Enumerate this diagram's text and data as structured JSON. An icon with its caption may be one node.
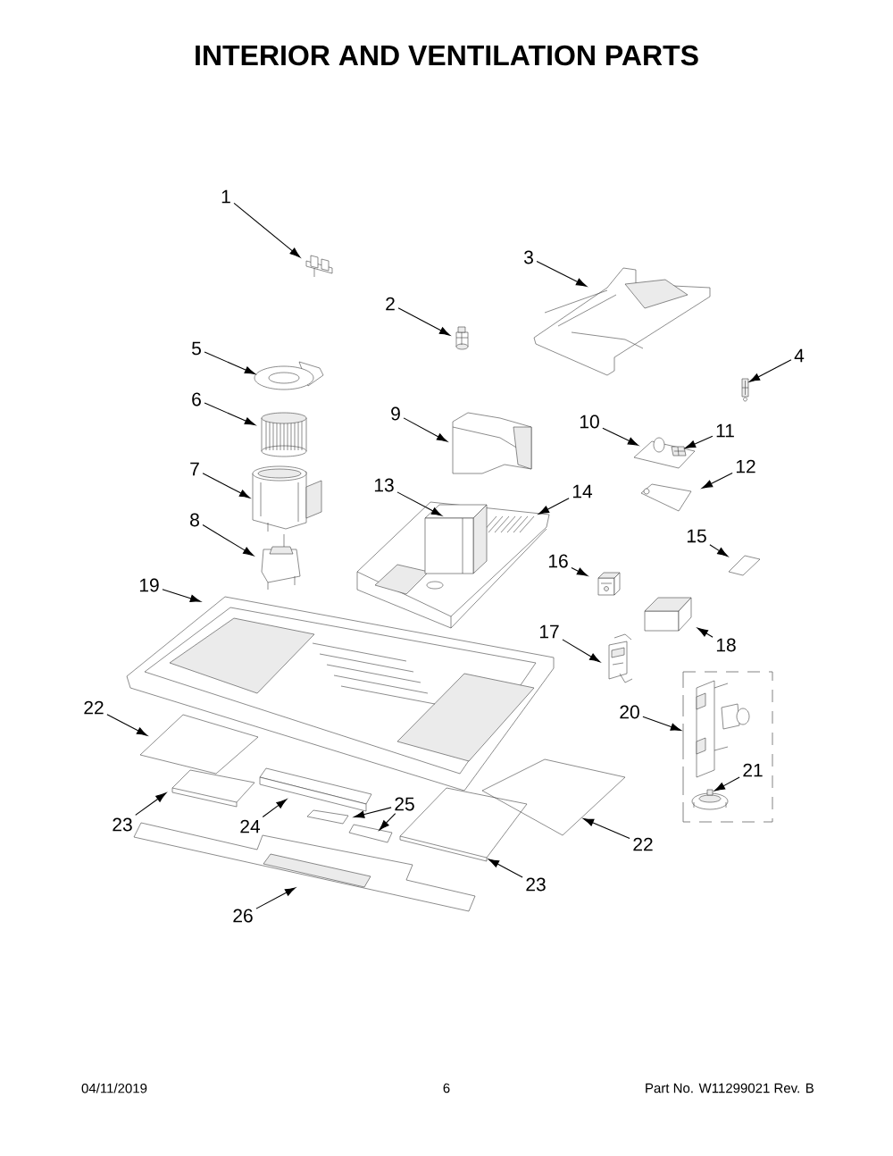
{
  "diagram": {
    "title": "INTERIOR AND VENTILATION PARTS",
    "nodes": [
      {
        "text": [
          "1"
        ]
      },
      {
        "text": [],
        "shape": "picture"
      },
      {
        "text": [
          "2"
        ]
      },
      {
        "text": [],
        "shape": "picture"
      },
      {
        "text": [
          "3"
        ]
      },
      {
        "text": [],
        "shape": "picture"
      },
      {
        "text": [
          "4"
        ]
      },
      {
        "text": [],
        "shape": "picture"
      },
      {
        "text": [
          "5"
        ]
      },
      {
        "text": [],
        "shape": "picture"
      },
      {
        "text": [
          "6"
        ]
      },
      {
        "text": [],
        "shape": "picture"
      },
      {
        "text": [
          "7"
        ]
      },
      {
        "text": [],
        "shape": "picture"
      },
      {
        "text": [
          "8"
        ]
      },
      {
        "text": [],
        "shape": "picture"
      },
      {
        "text": [
          "9"
        ]
      },
      {
        "text": [],
        "shape": "picture"
      },
      {
        "text": [
          "10"
        ]
      },
      {
        "text": [],
        "shape": "picture"
      },
      {
        "text": [
          "11"
        ]
      },
      {
        "text": [],
        "shape": "picture",
        "in": 19
      },
      {
        "text": [
          "12"
        ]
      },
      {
        "text": [],
        "shape": "picture"
      },
      {
        "text": [
          "13"
        ]
      },
      {
        "text": [],
        "shape": "picture",
        "in": 27
      },
      {
        "text": [
          "14"
        ]
      },
      {
        "text": [],
        "shape": "picture"
      },
      {
        "text": [
          "15"
        ]
      },
      {
        "text": [],
        "shape": "picture"
      },
      {
        "text": [
          "16"
        ]
      },
      {
        "text": [],
        "shape": "picture"
      },
      {
        "text": [
          "17"
        ]
      },
      {
        "text": [],
        "shape": "picture"
      },
      {
        "text": [
          "18"
        ]
      },
      {
        "text": [],
        "shape": "picture"
      },
      {
        "text": [
          "19"
        ]
      },
      {
        "text": [],
        "shape": "picture"
      },
      {
        "text": [
          "20"
        ]
      },
      {
        "text": [],
        "shape": "box"
      },
      {
        "text": [
          "21"
        ],
        "in": 39
      },
      {
        "text": [],
        "shape": "picture",
        "in": 39
      },
      {
        "text": [
          "22"
        ]
      },
      {
        "text": [],
        "shape": "picture"
      },
      {
        "text": [
          "23"
        ]
      },
      {
        "text": [],
        "shape": "picture"
      },
      {
        "text": [
          "24"
        ]
      },
      {
        "text": [],
        "shape": "picture"
      },
      {
        "text": [
          "25"
        ]
      },
      {
        "text": [],
        "shape": "picture"
      },
      {
        "text": [],
        "shape": "picture"
      },
      {
        "text": [
          "26"
        ]
      },
      {
        "text": [],
        "shape": "picture"
      },
      {
        "text": [
          "22"
        ]
      },
      {
        "text": [],
        "shape": "picture"
      },
      {
        "text": [
          "23"
        ]
      },
      {
        "text": [],
        "shape": "picture"
      }
    ],
    "edges": [
      {
        "from": 0,
        "to": 1,
        "arrow": "to"
      },
      {
        "from": 2,
        "to": 3,
        "arrow": "to"
      },
      {
        "from": 4,
        "to": 5,
        "arrow": "to"
      },
      {
        "from": 6,
        "to": 7,
        "arrow": "to"
      },
      {
        "from": 8,
        "to": 9,
        "arrow": "to"
      },
      {
        "from": 10,
        "to": 11,
        "arrow": "to"
      },
      {
        "from": 12,
        "to": 13,
        "arrow": "to"
      },
      {
        "from": 14,
        "to": 15,
        "arrow": "to"
      },
      {
        "from": 16,
        "to": 17,
        "arrow": "to"
      },
      {
        "from": 18,
        "to": 19,
        "arrow": "to"
      },
      {
        "from": 20,
        "to": 21,
        "arrow": "to"
      },
      {
        "from": 22,
        "to": 23,
        "arrow": "to"
      },
      {
        "from": 24,
        "to": 25,
        "arrow": "to"
      },
      {
        "from": 26,
        "to": 27,
        "arrow": "to"
      },
      {
        "from": 28,
        "to": 29,
        "arrow": "to"
      },
      {
        "from": 30,
        "to": 31,
        "arrow": "to"
      },
      {
        "from": 32,
        "to": 33,
        "arrow": "to"
      },
      {
        "from": 34,
        "to": 35,
        "arrow": "to"
      },
      {
        "from": 36,
        "to": 37,
        "arrow": "to"
      },
      {
        "from": 38,
        "to": 39,
        "arrow": "to"
      },
      {
        "from": 40,
        "to": 41,
        "arrow": "to"
      },
      {
        "from": 42,
        "to": 43,
        "arrow": "to"
      },
      {
        "from": 44,
        "to": 45,
        "arrow": "to"
      },
      {
        "from": 46,
        "to": 47,
        "arrow": "to"
      },
      {
        "from": 48,
        "to": 49,
        "arrow": "to"
      },
      {
        "from": 48,
        "to": 50,
        "arrow": "to"
      },
      {
        "from": 51,
        "to": 52,
        "arrow": "to"
      },
      {
        "from": 53,
        "to": 54,
        "arrow": "to"
      },
      {
        "from": 55,
        "to": 56,
        "arrow": "to"
      }
    ],
    "labels": [
      "04/11/2019",
      "6",
      "Part No. W11299021 Rev. B"
    ]
  }
}
